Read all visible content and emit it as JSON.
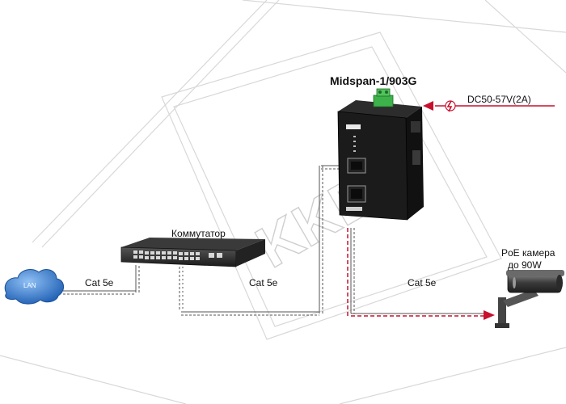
{
  "diagram": {
    "device_title": "Midspan-1/903G",
    "power_label": "DC50-57V(2A)",
    "switch_label": "Коммутатор",
    "camera_label_line1": "PoE камера",
    "camera_label_line2": "до 90W",
    "cable_label_1": "Cat 5e",
    "cable_label_2": "Cat 5e",
    "cable_label_3": "Cat 5e",
    "lan_label": "LAN",
    "watermark": "KKD"
  },
  "colors": {
    "power_line": "#c8102e",
    "poe_line": "#c8102e",
    "device_body": "#1b1b1b",
    "terminal": "#3db24a",
    "cloud": "#3a78c8",
    "watermark": "#c8c8c8"
  }
}
